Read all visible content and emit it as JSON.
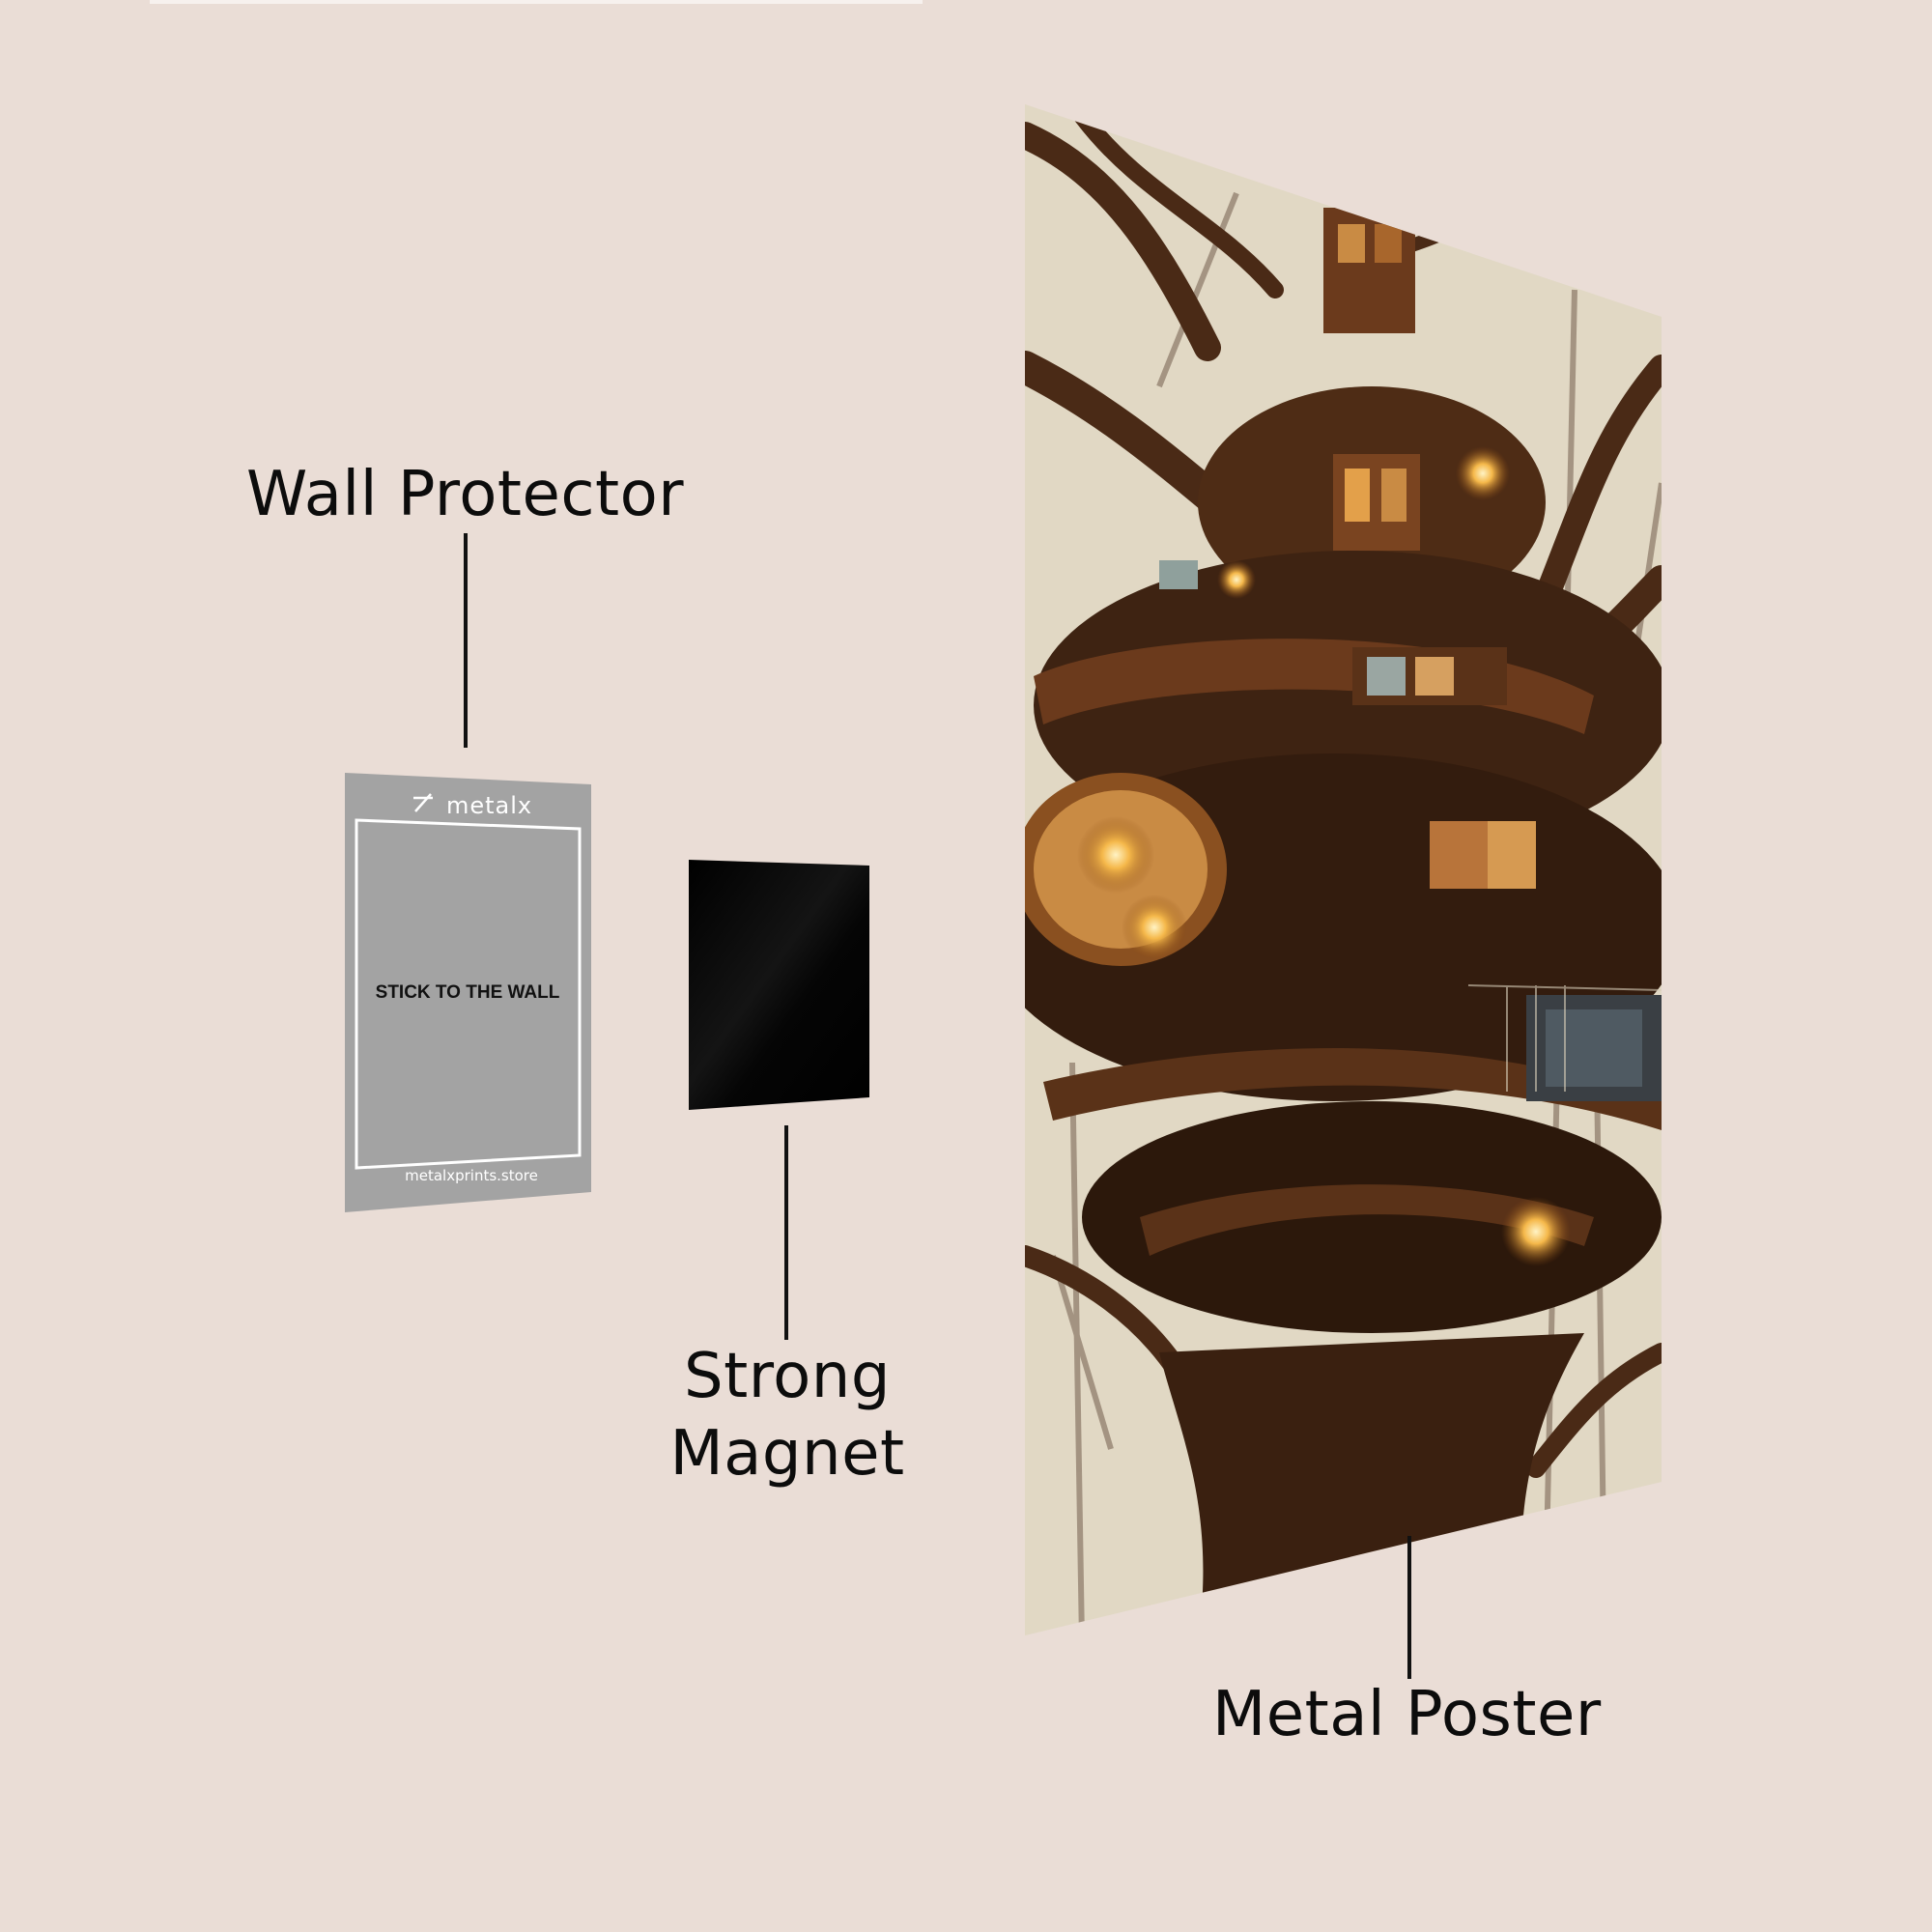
{
  "labels": {
    "wall_protector": "Wall Protector",
    "strong_magnet": "Strong Magnet",
    "metal_poster": "Metal Poster"
  },
  "protector": {
    "brand": "metalx",
    "center_text": "STICK TO THE WALL",
    "footer_text": "metalxprints.store"
  },
  "colors": {
    "background": "#eaddd6",
    "protector": "#a3a3a3",
    "magnet": "#050505",
    "poster_wood": "#4a2a16",
    "lamp_glow": "#f5b84a"
  }
}
